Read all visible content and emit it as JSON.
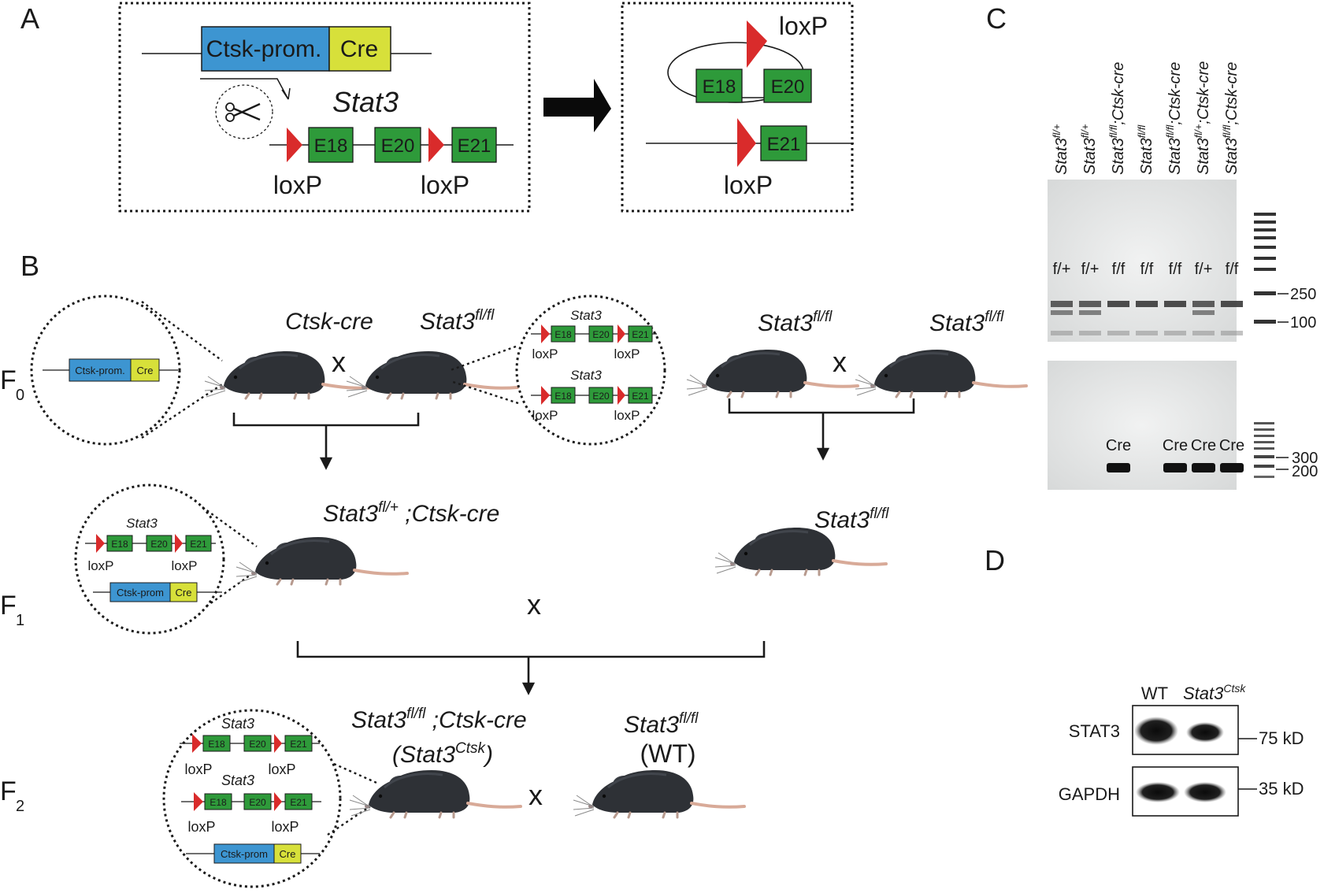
{
  "panels": {
    "a": "A",
    "b": "B",
    "c": "C",
    "d": "D"
  },
  "panel_a": {
    "promoter_label": "Ctsk-prom.",
    "cre_label": "Cre",
    "gene_label": "Stat3",
    "exon_18": "E18",
    "exon_20": "E20",
    "exon_21": "E21",
    "loxp_left": "loxP",
    "loxp_right": "loxP",
    "loxp_circle": "loxP",
    "loxp_product": "loxP",
    "arrow_icon": "right-arrow-icon",
    "scissors_icon": "scissors-icon"
  },
  "panel_b": {
    "generations": {
      "f0": {
        "letter": "F",
        "sub": "0"
      },
      "f1": {
        "letter": "F",
        "sub": "1"
      },
      "f2": {
        "letter": "F",
        "sub": "2"
      }
    },
    "cross_symbol": "x",
    "f0_left_mouse": "Ctsk-cre",
    "f0_mid_mouse": {
      "base": "Stat3",
      "sup": "fl/fl"
    },
    "f0_right_mouse_a": {
      "base": "Stat3",
      "sup": "fl/fl"
    },
    "f0_right_mouse_b": {
      "base": "Stat3",
      "sup": "fl/fl"
    },
    "f1_left_mouse": {
      "base": "Stat3",
      "sup": "fl/+",
      "rest": " ;Ctsk-cre"
    },
    "f1_right_mouse": {
      "base": "Stat3",
      "sup": "fl/fl"
    },
    "f2_left_mouse": {
      "base": "Stat3",
      "sup": "fl/fl",
      "rest": " ;Ctsk-cre",
      "line2_base": "(Stat3",
      "line2_sup": "Ctsk",
      "line2_end": ")"
    },
    "f2_right_mouse": {
      "base": "Stat3",
      "sup": "fl/fl",
      "line2": "(WT)"
    },
    "construct": {
      "promoter": "Ctsk-prom.",
      "promoter_short": "Ctsk-prom",
      "cre": "Cre",
      "gene": "Stat3",
      "e18": "E18",
      "e20": "E20",
      "e21": "E21",
      "loxp": "loxP"
    },
    "mouse_icon": "mouse-icon"
  },
  "panel_c": {
    "lanes": [
      {
        "base": "Stat3",
        "sup": "fl/+",
        "rest": ""
      },
      {
        "base": "Stat3",
        "sup": "fl/+",
        "rest": ""
      },
      {
        "base": "Stat3",
        "sup": "fl/fl",
        "rest": ";Ctsk-cre"
      },
      {
        "base": "Stat3",
        "sup": "fl/fl",
        "rest": ""
      },
      {
        "base": "Stat3",
        "sup": "fl/fl",
        "rest": ";Ctsk-cre"
      },
      {
        "base": "Stat3",
        "sup": "fl/+",
        "rest": ";Ctsk-cre"
      },
      {
        "base": "Stat3",
        "sup": "fl/fl",
        "rest": ";Ctsk-cre"
      }
    ],
    "genotype_calls": [
      "f/+",
      "f/+",
      "f/f",
      "f/f",
      "f/f",
      "f/+",
      "f/f"
    ],
    "cre_calls": [
      "",
      "",
      "Cre",
      "",
      "Cre",
      "Cre",
      "Cre"
    ],
    "top_gel_markers": [
      "250",
      "100"
    ],
    "bottom_gel_markers": [
      "300",
      "200"
    ]
  },
  "panel_d": {
    "col_wt": "WT",
    "col_ko": {
      "base": "Stat3",
      "sup": "Ctsk"
    },
    "row_stat3": "STAT3",
    "row_gapdh": "GAPDH",
    "marker_stat3": "75 kD",
    "marker_gapdh": "35 kD"
  },
  "colors": {
    "promoter": "#3d95d1",
    "cre": "#d7e03a",
    "exon": "#2e9a3a",
    "loxp": "#d92b2b",
    "mouse": "#2e3136",
    "tail": "#d8aa98",
    "gel_bg": "#e8eaea",
    "band": "#ffffff"
  }
}
